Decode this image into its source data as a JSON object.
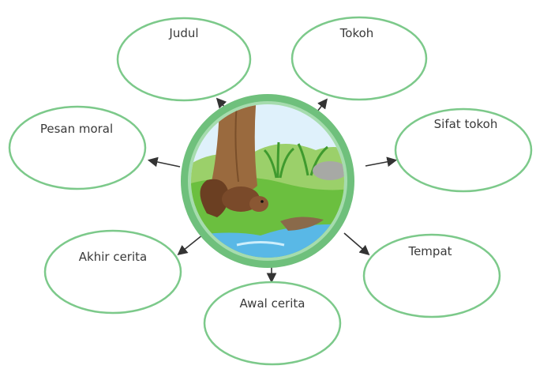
{
  "diagram": {
    "center_image": "squirrel-by-tree-and-river-illustration",
    "nodes": [
      {
        "id": "judul",
        "label": "Judul"
      },
      {
        "id": "tokoh",
        "label": "Tokoh"
      },
      {
        "id": "sifat_tokoh",
        "label": "Sifat tokoh"
      },
      {
        "id": "tempat",
        "label": "Tempat"
      },
      {
        "id": "awal_cerita",
        "label": "Awal cerita"
      },
      {
        "id": "akhir_cerita",
        "label": "Akhir cerita"
      },
      {
        "id": "pesan_moral",
        "label": "Pesan moral"
      }
    ]
  },
  "colors": {
    "bubble_stroke": "#7cc98a",
    "hub_ring": "#6fc07c",
    "sky": "#dff1fb",
    "grass": "#6bbf3f",
    "water": "#59b8e6",
    "tree": "#9a6a3e",
    "squirrel": "#7a4a2a"
  }
}
